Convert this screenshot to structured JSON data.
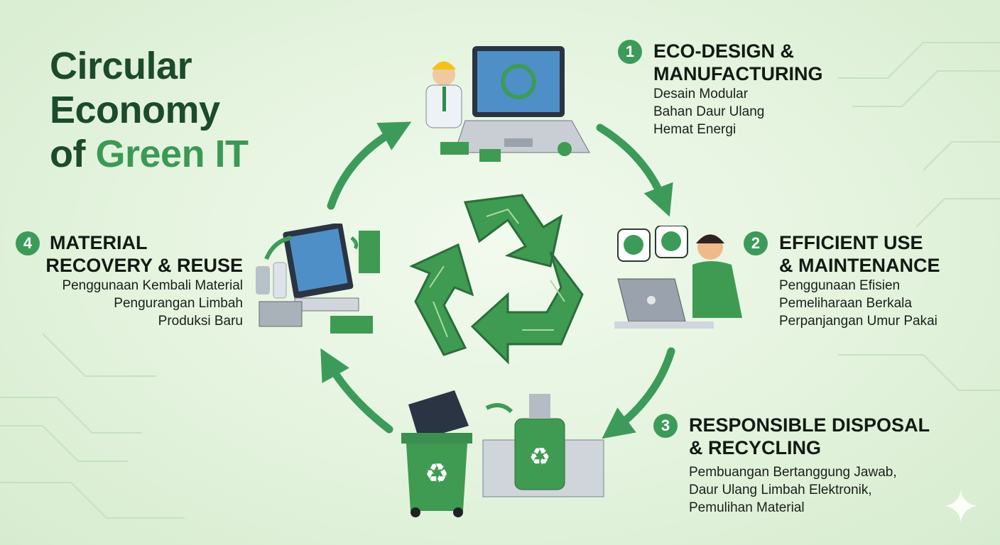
{
  "title": {
    "line1": "Circular",
    "line2": "Economy",
    "line3_prefix": "of ",
    "line3_highlight": "Green IT"
  },
  "steps": [
    {
      "number": "1",
      "heading_lines": [
        "ECO-DESIGN &",
        "MANUFACTURING"
      ],
      "items": [
        "Desain Modular",
        "Bahan Daur Ulang",
        "Hemat Energi"
      ]
    },
    {
      "number": "2",
      "heading_lines": [
        "EFFICIENT USE",
        "& MAINTENANCE"
      ],
      "items": [
        "Penggunaan Efisien",
        "Pemeliharaan Berkala",
        "Perpanjangan Umur Pakai"
      ]
    },
    {
      "number": "3",
      "heading_lines": [
        "RESPONSIBLE DISPOSAL",
        "& RECYCLING"
      ],
      "items": [
        "Pembuangan Bertanggung Jawab,",
        "Daur Ulang Limbah Elektronik,",
        "Pemulihan Material"
      ]
    },
    {
      "number": "4",
      "heading_lines": [
        "MATERIAL",
        "RECOVERY & REUSE"
      ],
      "items": [
        "Penggunaan Kembali Material",
        "Pengurangan Limbah",
        "Produksi Baru"
      ]
    }
  ],
  "colors": {
    "primary": "#3d9b5a",
    "dark": "#1c4a2c",
    "highlight": "#3a9a55",
    "background": "#e3f3dd"
  }
}
